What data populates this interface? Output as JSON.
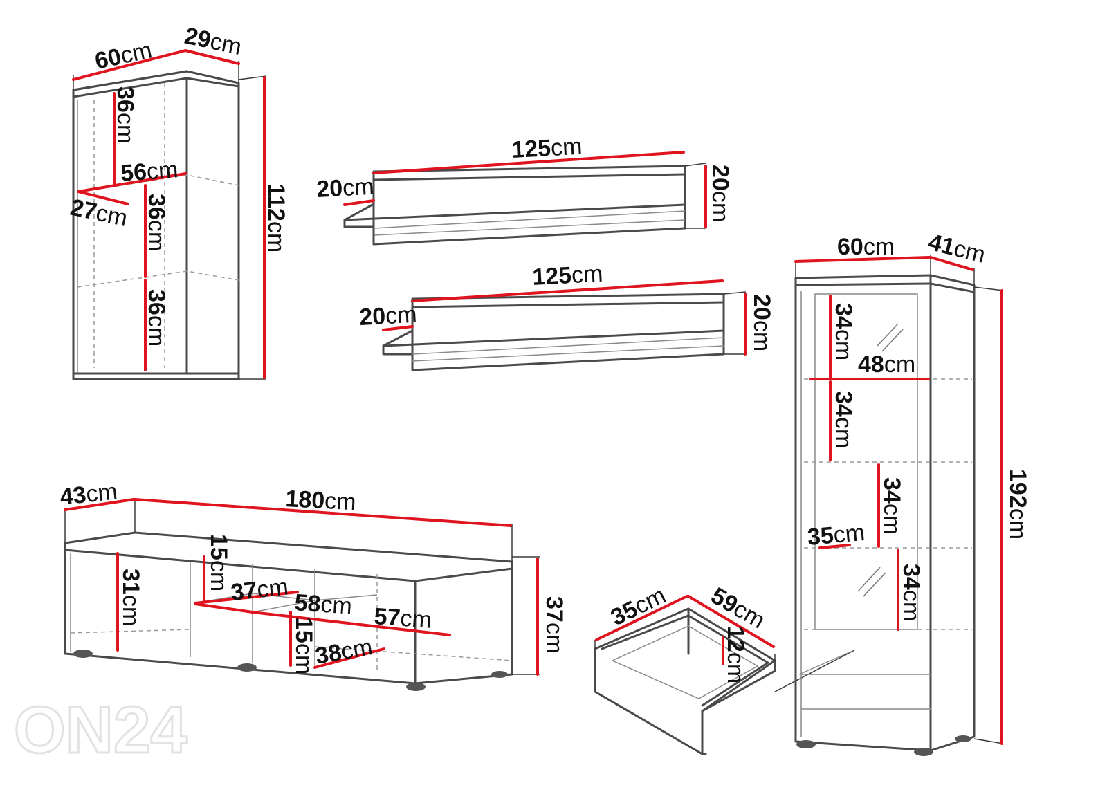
{
  "watermark": "ON24",
  "unit": "cm",
  "colors": {
    "dimension_line": "#e0141e",
    "outline": "#4a4a4a",
    "watermark": "#e2e2e2"
  },
  "cabinet_small": {
    "width": "60",
    "depth": "29",
    "height": "112",
    "shelf_top": "36",
    "shelf_middle": "36",
    "shelf_bottom": "36",
    "inner_width": "56",
    "inner_depth": "27"
  },
  "shelf_top": {
    "length": "125",
    "depth": "20",
    "height": "20"
  },
  "shelf_bottom": {
    "length": "125",
    "depth": "20",
    "height": "20"
  },
  "tv_stand": {
    "depth": "43",
    "length": "180",
    "height": "37",
    "compartment_left_height": "31",
    "niche_height_upper": "15",
    "niche_width": "37",
    "niche_inner_depth": "58",
    "compartment_right_width": "57",
    "niche_height_lower": "15",
    "niche_lower_depth": "38"
  },
  "drawer": {
    "depth": "35",
    "width": "59",
    "height": "12"
  },
  "tall_cabinet": {
    "width": "60",
    "depth": "41",
    "height": "192",
    "shelf_1": "34",
    "inner_width": "48",
    "shelf_2": "34",
    "shelf_3": "34",
    "inner_depth": "35",
    "shelf_4": "34"
  }
}
